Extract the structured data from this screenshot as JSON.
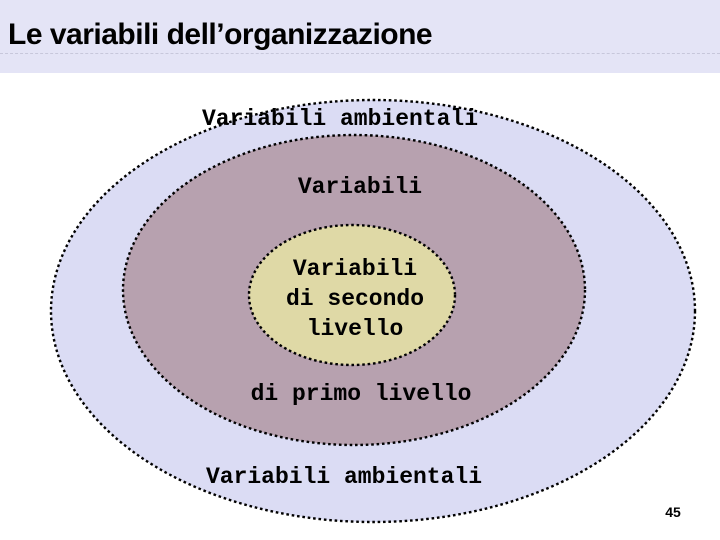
{
  "slide": {
    "title": "Le variabili dell’organizzazione",
    "page_number": "45"
  },
  "diagram": {
    "outer_label_top": "Variabili ambientali",
    "middle_label_top": "Variabili",
    "inner_label_line1": "Variabili",
    "inner_label_line2": "di secondo",
    "inner_label_line3": "livello",
    "middle_label_bottom": "di primo livello",
    "outer_label_bottom": "Variabili ambientali"
  },
  "colors": {
    "title_bar_bg": "#e4e4f6",
    "separator_line": "#c7c7db",
    "outer_ellipse_fill": "#dbdcf4",
    "middle_ellipse_fill": "#b7a1af",
    "inner_ellipse_fill": "#dfd9a6",
    "ellipse_border": "#000000",
    "text_color": "#000000"
  }
}
